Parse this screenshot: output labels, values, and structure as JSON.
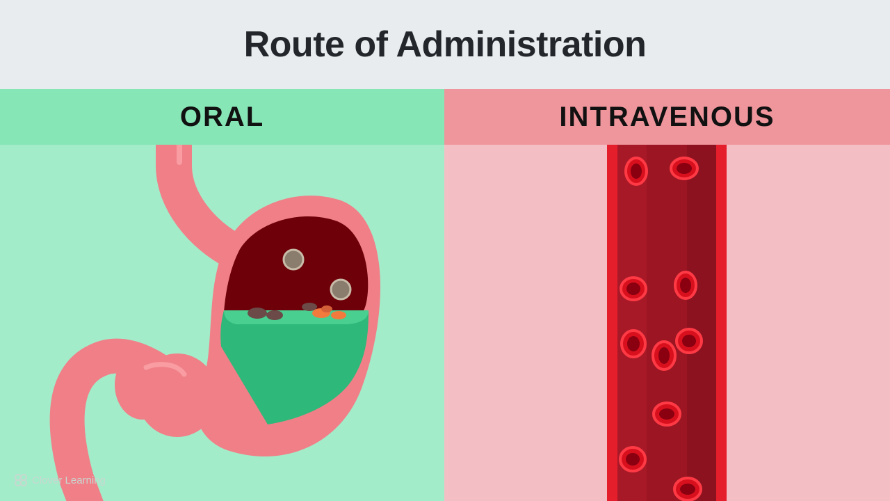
{
  "page": {
    "title": "Route of Administration"
  },
  "panels": {
    "left": {
      "label": "ORAL",
      "illustration": "stomach-illustration"
    },
    "right": {
      "label": "INTRAVENOUS",
      "illustration": "blood-vessel-illustration"
    }
  },
  "watermark": {
    "text": "Clover Learning",
    "icon": "clover-logo-icon"
  },
  "colors": {
    "title_bg": "#e8ecef",
    "oral_header": "#86e6b6",
    "oral_bg": "#a3ecc9",
    "iv_header": "#ef959c",
    "iv_bg": "#f4bfc4",
    "blood": "#9c1522",
    "red_cell": "#d8101e"
  }
}
